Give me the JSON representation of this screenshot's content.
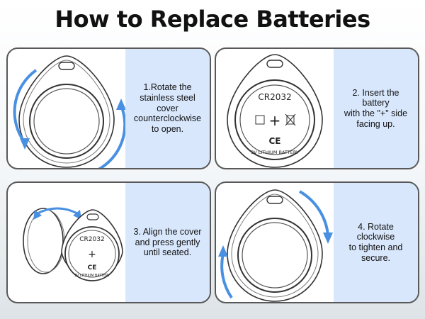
{
  "title": "How to Replace Batteries",
  "steps": [
    {
      "text": "1.Rotate the\nstainless steel\ncover\ncounterclockwise\nto open."
    },
    {
      "text": "2. Insert the\nbattery\nwith the \"+\" side\nfacing up."
    },
    {
      "text": "3. Align the cover\nand press gently\nuntil seated."
    },
    {
      "text": "4. Rotate clockwise\nto tighten and\nsecure."
    }
  ],
  "battery": {
    "model": "CR2032",
    "voltage": "3V LITHIUM BATTERY",
    "plus": "+",
    "ce": "CE"
  },
  "colors": {
    "accent": "#4a90e2",
    "panel": "#d8e7fc",
    "outline": "#585858"
  }
}
